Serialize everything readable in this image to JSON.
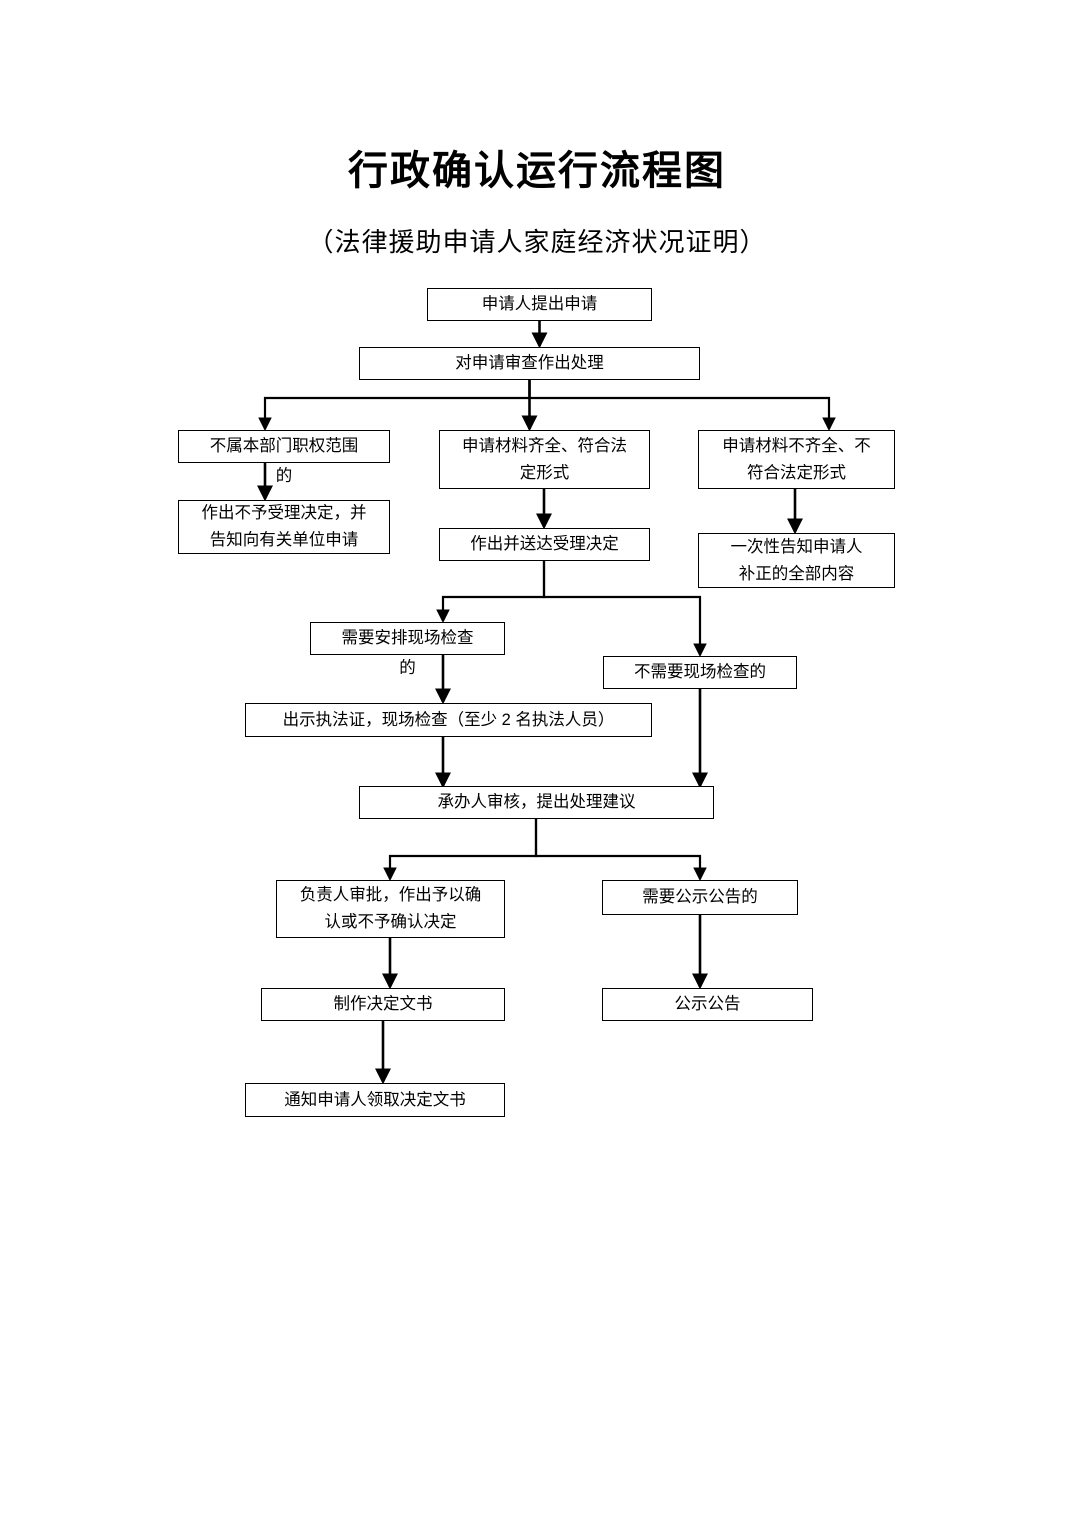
{
  "document": {
    "title": "行政确认运行流程图",
    "subtitle": "（法律援助申请人家庭经济状况证明）"
  },
  "theme": {
    "page_background": "#ffffff",
    "box_border": "#000000",
    "box_fill": "#ffffff",
    "text_color": "#000000",
    "connector_color": "#000000"
  },
  "chart_data": {
    "type": "diagram",
    "title": "行政确认运行流程图",
    "subtitle": "（法律援助申请人家庭经济状况证明）",
    "nodes": [
      {
        "id": "n1",
        "label": "申请人提出申请"
      },
      {
        "id": "n2",
        "label": "对申请审查作出处理"
      },
      {
        "id": "n3",
        "label": "不属本部门职权范围",
        "overflow_label": "的"
      },
      {
        "id": "n4",
        "label": "申请材料齐全、符合法\n定形式"
      },
      {
        "id": "n5",
        "label": "申请材料不齐全、不\n符合法定形式"
      },
      {
        "id": "n6",
        "label": "作出不予受理决定，并\n告知向有关单位申请"
      },
      {
        "id": "n7",
        "label": "作出并送达受理决定"
      },
      {
        "id": "n8",
        "label": "一次性告知申请人\n补正的全部内容"
      },
      {
        "id": "n9",
        "label": "需要安排现场检查",
        "overflow_label": "的"
      },
      {
        "id": "n10",
        "label": "不需要现场检查的"
      },
      {
        "id": "n11",
        "label": "出示执法证，现场检查（至少 2 名执法人员）"
      },
      {
        "id": "n12",
        "label": "承办人审核，提出处理建议"
      },
      {
        "id": "n13",
        "label": "负责人审批，作出予以确\n认或不予确认决定"
      },
      {
        "id": "n14",
        "label": "需要公示公告的"
      },
      {
        "id": "n15",
        "label": "制作决定文书"
      },
      {
        "id": "n16",
        "label": "公示公告"
      },
      {
        "id": "n17",
        "label": "通知申请人领取决定文书"
      }
    ],
    "edges": [
      {
        "from": "n1",
        "to": "n2"
      },
      {
        "from": "n2",
        "to": "n3"
      },
      {
        "from": "n2",
        "to": "n4"
      },
      {
        "from": "n2",
        "to": "n5"
      },
      {
        "from": "n3",
        "to": "n6"
      },
      {
        "from": "n4",
        "to": "n7"
      },
      {
        "from": "n5",
        "to": "n8"
      },
      {
        "from": "n7",
        "to": "n9"
      },
      {
        "from": "n7",
        "to": "n10"
      },
      {
        "from": "n9",
        "to": "n11"
      },
      {
        "from": "n11",
        "to": "n12"
      },
      {
        "from": "n10",
        "to": "n12"
      },
      {
        "from": "n12",
        "to": "n13"
      },
      {
        "from": "n12",
        "to": "n14"
      },
      {
        "from": "n13",
        "to": "n15"
      },
      {
        "from": "n14",
        "to": "n16"
      },
      {
        "from": "n15",
        "to": "n17"
      }
    ]
  }
}
